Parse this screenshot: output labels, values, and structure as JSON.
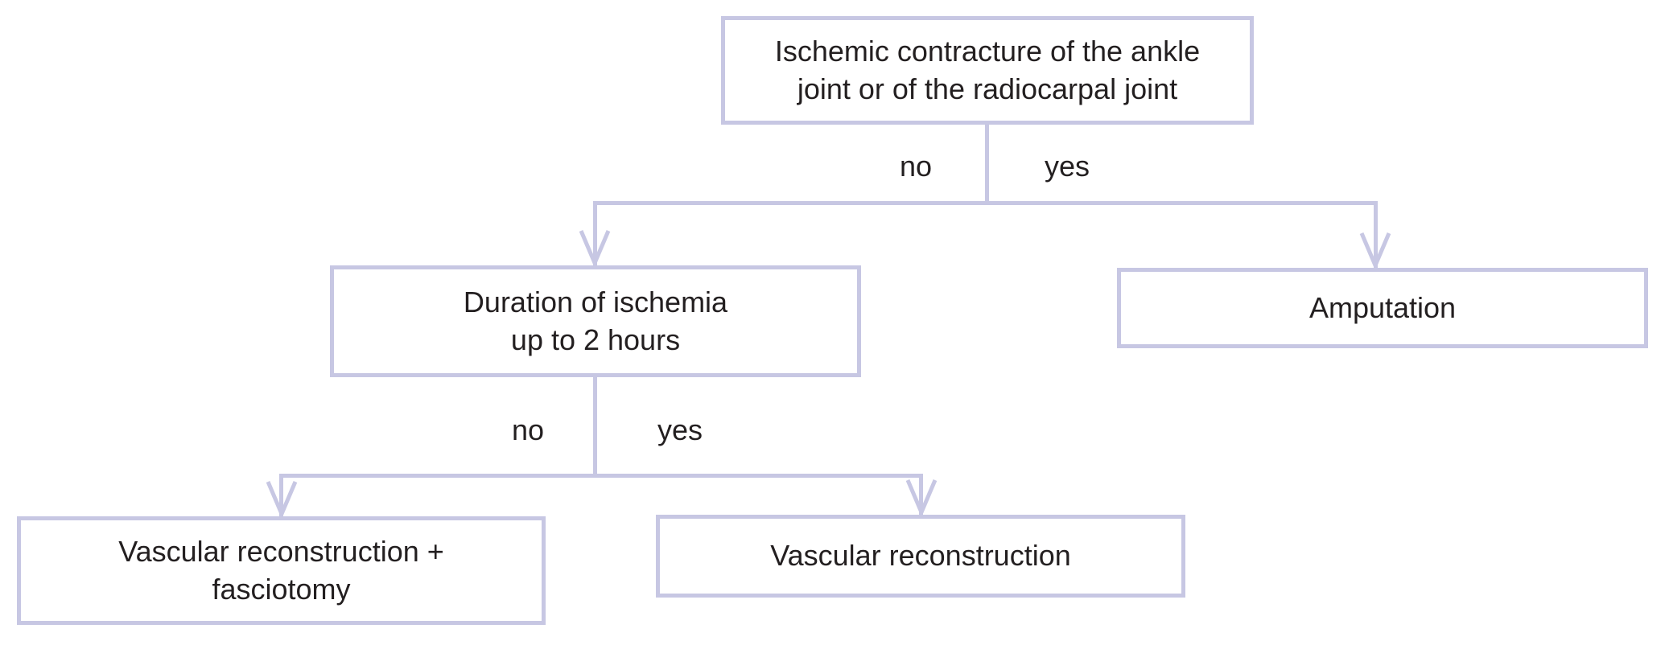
{
  "colors": {
    "line": "#c7c7e3",
    "text": "#231f20",
    "background": "#ffffff"
  },
  "flowchart": {
    "nodes": [
      {
        "id": "root",
        "label": "Ischemic contracture of the ankle\njoint or of the radiocarpal joint"
      },
      {
        "id": "duration",
        "label": "Duration of ischemia\nup to 2 hours"
      },
      {
        "id": "amputation",
        "label": "Amputation"
      },
      {
        "id": "vasc_fasc",
        "label": "Vascular reconstruction +\nfasciotomy"
      },
      {
        "id": "vasc",
        "label": "Vascular reconstruction"
      }
    ],
    "branches": [
      {
        "no_label": "no",
        "yes_label": "yes"
      },
      {
        "no_label": "no",
        "yes_label": "yes"
      }
    ]
  }
}
